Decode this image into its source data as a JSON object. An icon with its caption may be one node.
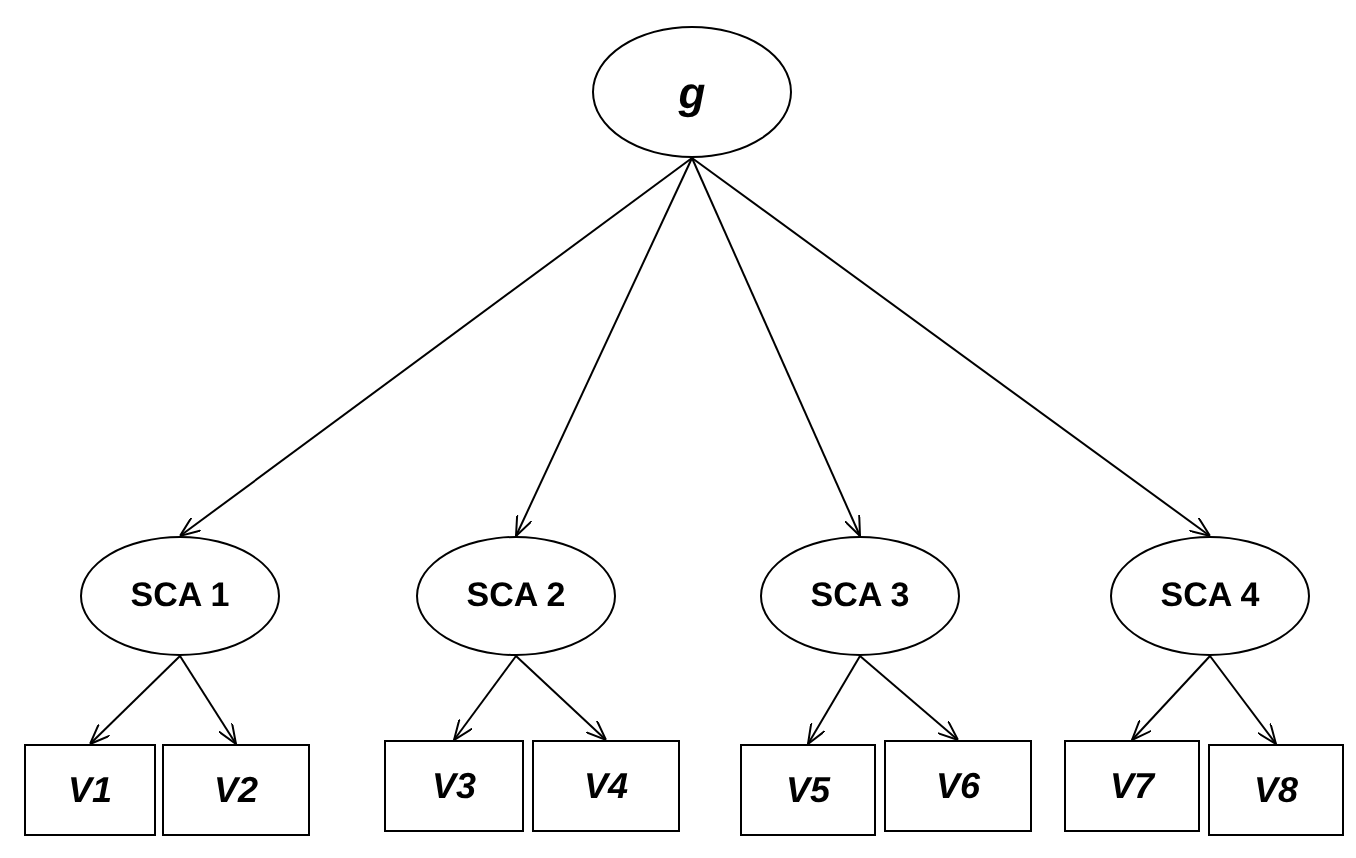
{
  "diagram": {
    "nodes": [
      {
        "text": [
          "g"
        ]
      },
      {
        "text": [
          "SCA 1"
        ]
      },
      {
        "text": [
          "SCA 2"
        ]
      },
      {
        "text": [
          "SCA 3"
        ]
      },
      {
        "text": [
          "SCA 4"
        ]
      },
      {
        "text": [
          "V1"
        ]
      },
      {
        "text": [
          "V2"
        ]
      },
      {
        "text": [
          "V3"
        ]
      },
      {
        "text": [
          "V4"
        ]
      },
      {
        "text": [
          "V5"
        ]
      },
      {
        "text": [
          "V6"
        ]
      },
      {
        "text": [
          "V7"
        ]
      },
      {
        "text": [
          "V8"
        ]
      }
    ],
    "edges": [
      {
        "from": 0,
        "to": 1,
        "arrow": "to"
      },
      {
        "from": 0,
        "to": 2,
        "arrow": "to"
      },
      {
        "from": 0,
        "to": 3,
        "arrow": "to"
      },
      {
        "from": 0,
        "to": 4,
        "arrow": "to"
      },
      {
        "from": 1,
        "to": 5,
        "arrow": "to"
      },
      {
        "from": 1,
        "to": 6,
        "arrow": "to"
      },
      {
        "from": 2,
        "to": 7,
        "arrow": "to"
      },
      {
        "from": 2,
        "to": 8,
        "arrow": "to"
      },
      {
        "from": 3,
        "to": 9,
        "arrow": "to"
      },
      {
        "from": 3,
        "to": 10,
        "arrow": "to"
      },
      {
        "from": 4,
        "to": 11,
        "arrow": "to"
      },
      {
        "from": 4,
        "to": 12,
        "arrow": "to"
      }
    ]
  }
}
